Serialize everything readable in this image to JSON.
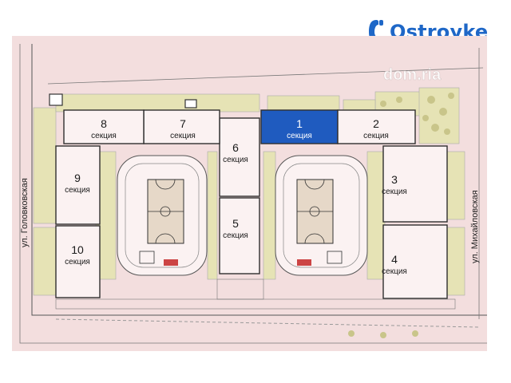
{
  "logo": {
    "text": "Ostroyke",
    "color": "#1e67c7"
  },
  "watermark": "dom.ria",
  "streets": {
    "left": "ул. Головковская",
    "right": "ул. Михайловская"
  },
  "section_word": "секция",
  "sections": [
    {
      "num": "1",
      "highlighted": true
    },
    {
      "num": "2",
      "highlighted": false
    },
    {
      "num": "3",
      "highlighted": false
    },
    {
      "num": "4",
      "highlighted": false
    },
    {
      "num": "5",
      "highlighted": false
    },
    {
      "num": "6",
      "highlighted": false
    },
    {
      "num": "7",
      "highlighted": false
    },
    {
      "num": "8",
      "highlighted": false
    },
    {
      "num": "9",
      "highlighted": false
    },
    {
      "num": "10",
      "highlighted": false
    }
  ],
  "colors": {
    "ground": "#f3dede",
    "building": "#fbf2f2",
    "highlight": "#1f5bbf",
    "greenery": "#e6e3b5",
    "outline": "#2f2f2f"
  }
}
